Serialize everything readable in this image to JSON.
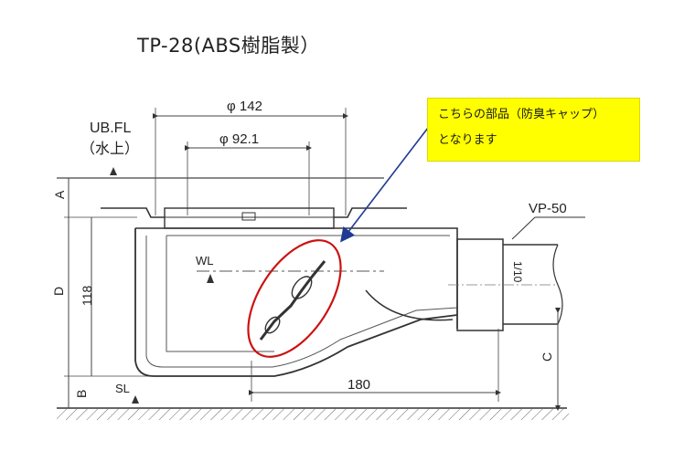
{
  "title": "TP-28(ABS樹脂製）",
  "callout": {
    "line1": "こちらの部品（防臭キャップ）",
    "line2": "となります"
  },
  "labels": {
    "ubfl": "UB.FL",
    "water_top": "（水上）",
    "dim_phi142": "φ 142",
    "dim_phi92": "φ 92.1",
    "vp50": "VP-50",
    "wl": "WL",
    "sl": "SL",
    "dim_a": "A",
    "dim_d": "D",
    "dim_118": "118",
    "dim_b": "B",
    "dim_180": "180",
    "dim_c": "C",
    "slope": "1/10"
  },
  "colors": {
    "callout_bg": "#ffff00",
    "arrow": "#1f3a93",
    "highlight": "#cc1111",
    "line": "#333333"
  }
}
